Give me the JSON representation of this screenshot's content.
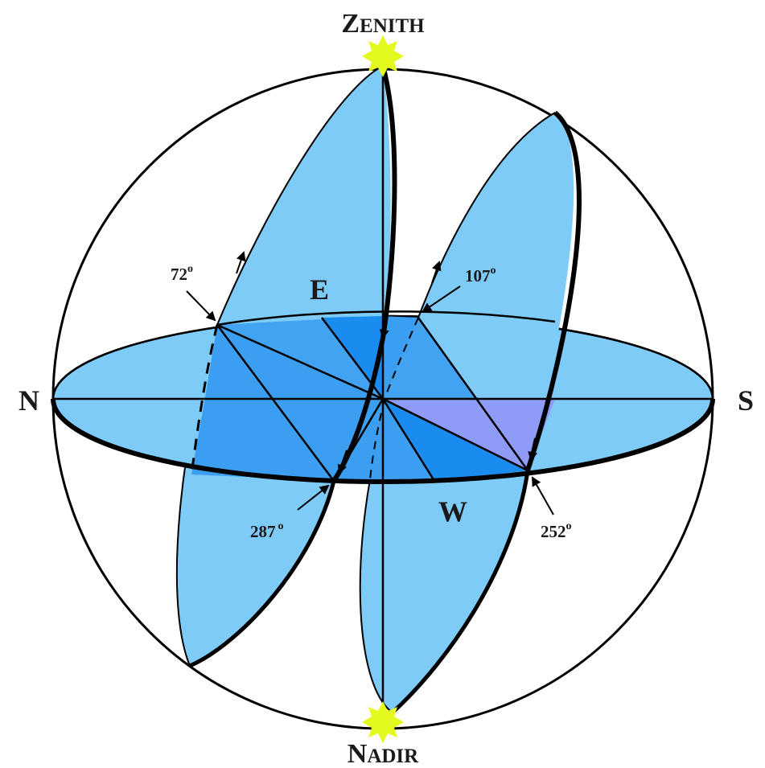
{
  "labels": {
    "zenith_initial": "Z",
    "zenith_rest": "ENITH",
    "nadir_initial": "N",
    "nadir_rest": "ADIR",
    "north": "N",
    "south": "S",
    "east": "E",
    "west": "W"
  },
  "angles": [
    {
      "id": "a72",
      "value": "72",
      "unit": "o"
    },
    {
      "id": "a107",
      "value": "107",
      "unit": "o"
    },
    {
      "id": "a287",
      "value": "287",
      "unit": "o"
    },
    {
      "id": "a252",
      "value": "252",
      "unit": "o"
    }
  ],
  "colors": {
    "sky_blue": "#7fcbf7",
    "mid_blue": "#3b9ef0",
    "deep_blue": "#1a8cf0",
    "lavender": "#8f9cf7",
    "star_yellow": "#e4fa1e",
    "stroke": "#000000"
  }
}
